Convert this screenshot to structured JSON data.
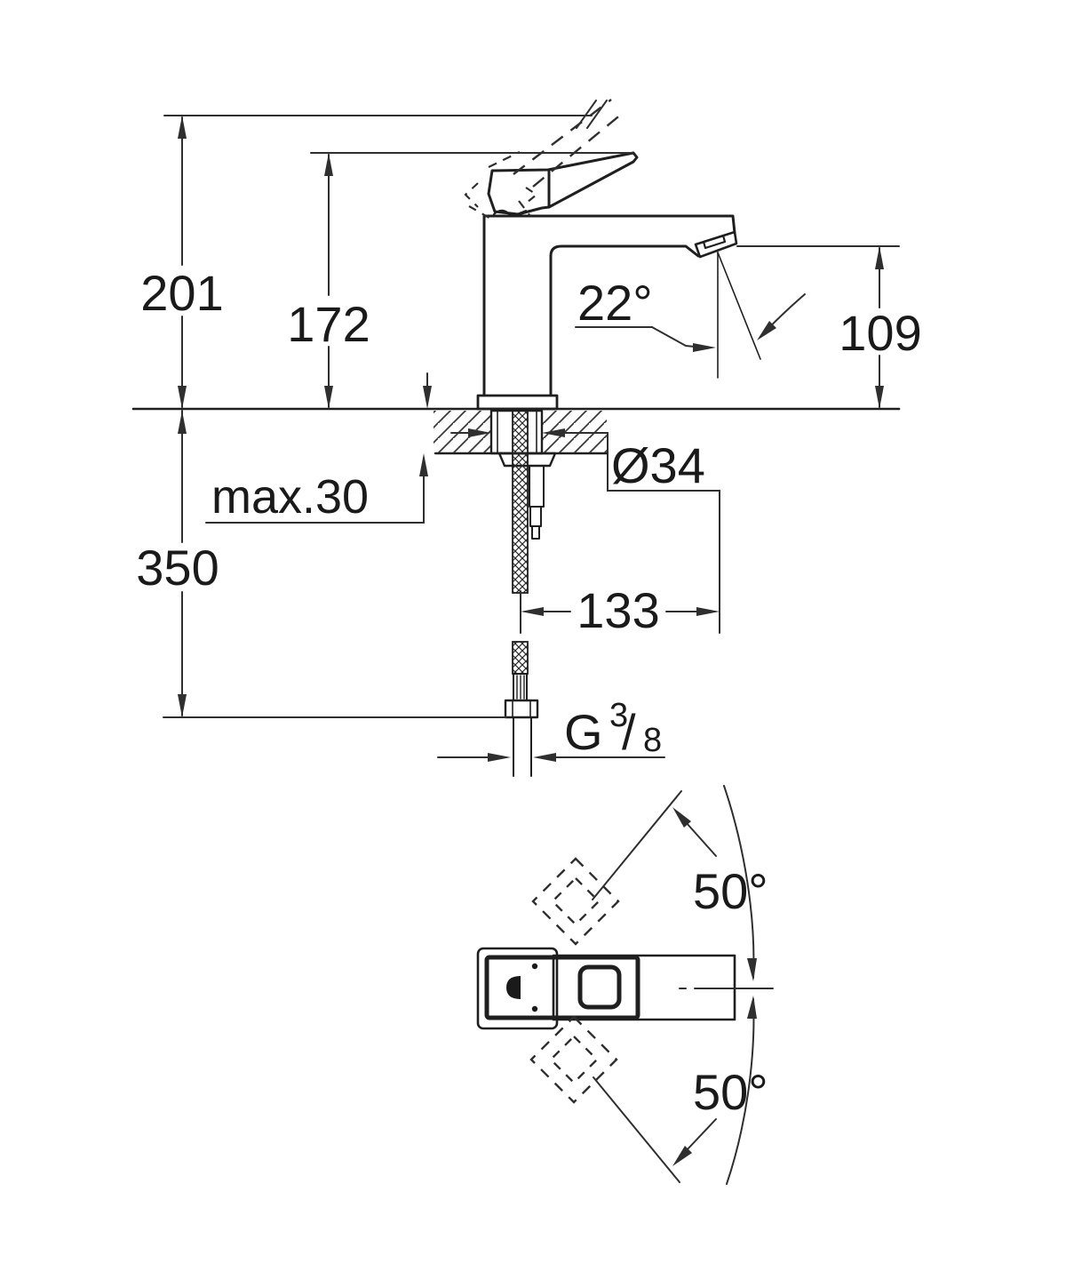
{
  "drawing": {
    "colors": {
      "line": "#2f2f2f",
      "outline": "#1f1f1f",
      "text": "#1a1a1a",
      "background": "#ffffff"
    },
    "labels": {
      "height_overall": "201",
      "height_to_lever": "172",
      "spout_angle": "22°",
      "outlet_height": "109",
      "mounting_thickness": "max.30",
      "hole_diameter": "Ø34",
      "hose_drop": "350",
      "spout_reach": "133",
      "thread_letter": "G",
      "thread_numerator": "3",
      "thread_slash": "/",
      "thread_denominator": "8",
      "swing_angle_top": "50°",
      "swing_angle_bottom": "50°"
    }
  }
}
